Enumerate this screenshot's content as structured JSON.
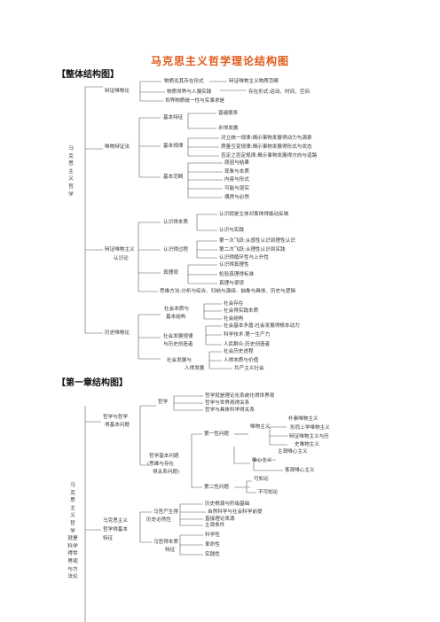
{
  "title": "马克思主义哲学理论结构图",
  "overall": {
    "header": "【整体结构图】",
    "root_vertical": [
      "马",
      "克",
      "思",
      "主",
      "义",
      "哲",
      "学"
    ],
    "materialism": {
      "label": "辩证唯物论",
      "a1": "物质及其存在形式",
      "a1a": "辩证唯物主义物质范畴",
      "a2": "物质世界与人猿实践",
      "a2a": "存在形式:运动、时间、空间",
      "a3": "世界物质统一性与实事求是"
    },
    "dialectics": {
      "label": "唯物辩证法",
      "features": "基本特征",
      "f1": "普遍联系",
      "f2": "永恒发展",
      "laws": "基本规律",
      "l1": "对立统一规律:揭示事物发展得动力与源泉",
      "l2": "质量互变规律:揭示事物发展得形式与状态",
      "l3": "否定之否定规律:揭示事物发展得方向与道路",
      "categories": "基本范畴",
      "c1": "原因与结果",
      "c2": "现象与本质",
      "c3": "内容与形式",
      "c4": "可能与现实",
      "c5": "偶然与必然"
    },
    "epistemology": {
      "label1": "辩证唯物主义",
      "label2": "认识论",
      "essence": "认识得本质",
      "e1": "认识就是主体对客体得能动反映",
      "e2": "认识与实践",
      "process": "认识得过程",
      "p1": "第一次飞跃:从感性认识到理性认识",
      "p2": "第二次飞跃:从理性认识到实践",
      "p3": "认识得循环性与上升性",
      "truth": "真理观",
      "t1": "认识得真理性",
      "t2": "检验真理得标准",
      "t3": "真理与谬误",
      "method": "思维方法:分析与综合、归纳与演绎、抽象与具体、历史与逻辑"
    },
    "history": {
      "label": "历史唯物论",
      "s_label1": "社会本质与",
      "s_label2": "基本结构",
      "s1": "社会存在",
      "s2": "社会得实践本质",
      "s3": "社会结构",
      "d_label1": "社会发展规律",
      "d_label2": "与历史创造者",
      "d1": "社会基本矛盾:社会发展得根本动力",
      "d2": "科学技术:第一生产力",
      "d3": "人民群众:历史创造者",
      "h_label1": "社会发展与",
      "h_label2": "人得发展",
      "h1": "社会历史进程",
      "h2": "人得本质与价值",
      "h3": "共产主义社会"
    }
  },
  "chapter1": {
    "header": "【第一章结构图】",
    "root_vertical": [
      "马",
      "克",
      "思",
      "主",
      "义",
      "哲",
      "学",
      "就是",
      "科学",
      "得世",
      "界观",
      "与方",
      "法论"
    ],
    "phil": {
      "label1": "哲学与哲学",
      "label2": "得基本问题",
      "philosophy": "哲学",
      "ph1": "哲学就是理论化系统化得世界观",
      "ph2": "哲学与世界观得关系",
      "ph3": "哲学与具体科学得关系",
      "bq1": "哲学基本问题",
      "bq2": "(思维与存在",
      "bq3": "得关系问题)",
      "first": "第一性问题",
      "materialism": "唯物主义",
      "m1": "朴素唯物主义",
      "m2": "形而上学唯物主义",
      "m3a": "辩证唯物主义与历",
      "m3b": "史唯物主义",
      "idealism": "唯心主义",
      "i1": "主观唯心主义",
      "i2": "客观唯心主义",
      "second": "第二性问题",
      "s1": "可知论",
      "s2": "不可知论"
    },
    "marx": {
      "label1": "马克思主义",
      "label2": "哲学得基本",
      "label3": "特征",
      "birth1": "马哲产生得",
      "birth2": "历史必然性",
      "b1": "历史根源与阶级基础",
      "b2": "自然科学与社会科学前提",
      "b3": "直接理论来源",
      "b4": "主观条件",
      "basic1": "马哲得本质",
      "basic2": "特征",
      "k1": "科学性",
      "k2": "革命性",
      "k3": "实践性"
    }
  }
}
